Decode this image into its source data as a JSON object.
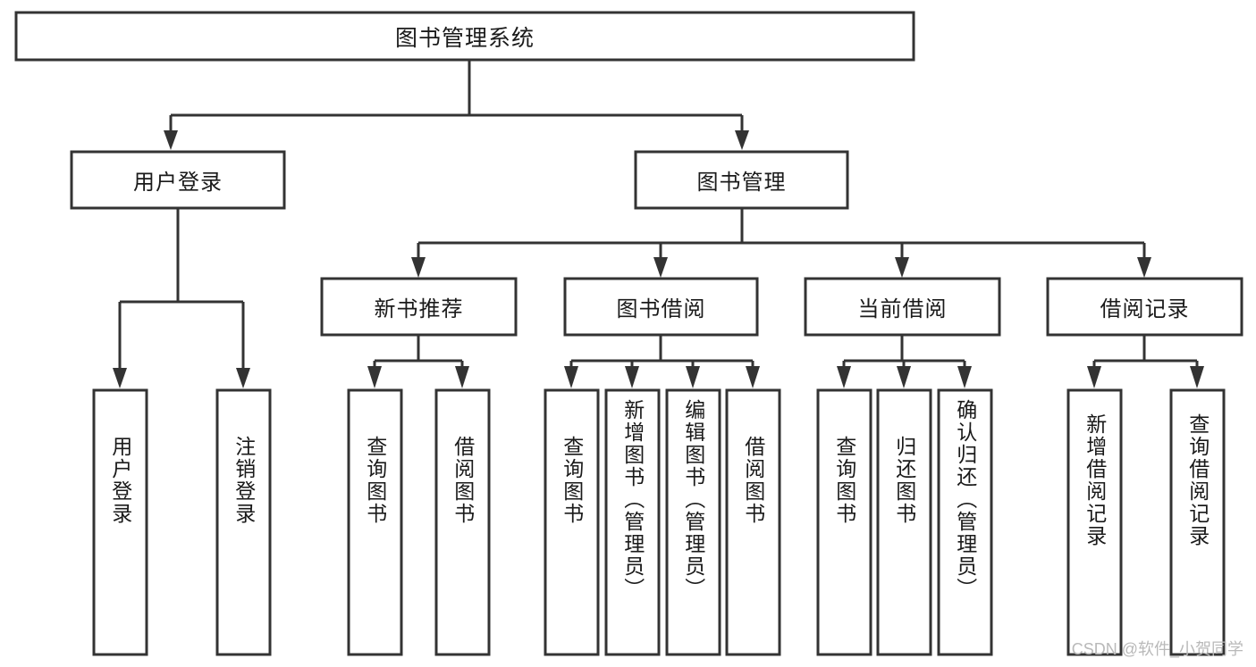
{
  "diagram": {
    "type": "hierarchy-tree",
    "title_node": {
      "id": "root",
      "label": "图书管理系统"
    },
    "level1": [
      {
        "id": "user-login",
        "label": "用户登录"
      },
      {
        "id": "book-manage",
        "label": "图书管理"
      }
    ],
    "level2": [
      {
        "id": "new-book-recommend",
        "label": "新书推荐",
        "parent": "book-manage"
      },
      {
        "id": "book-borrow",
        "label": "图书借阅",
        "parent": "book-manage"
      },
      {
        "id": "current-borrow",
        "label": "当前借阅",
        "parent": "book-manage"
      },
      {
        "id": "borrow-record",
        "label": "借阅记录",
        "parent": "book-manage"
      }
    ],
    "leaves": {
      "user-login": [
        {
          "id": "leaf-user-login",
          "label": "用户登录"
        },
        {
          "id": "leaf-logout-login",
          "label": "注销登录"
        }
      ],
      "new-book-recommend": [
        {
          "id": "leaf-query-book-1",
          "label": "查询图书"
        },
        {
          "id": "leaf-borrow-book-1",
          "label": "借阅图书"
        }
      ],
      "book-borrow": [
        {
          "id": "leaf-query-book-2",
          "label": "查询图书"
        },
        {
          "id": "leaf-add-book",
          "label": "新增图书（管理员）"
        },
        {
          "id": "leaf-edit-book",
          "label": "编辑图书（管理员）"
        },
        {
          "id": "leaf-borrow-book-2",
          "label": "借阅图书"
        }
      ],
      "current-borrow": [
        {
          "id": "leaf-query-book-3",
          "label": "查询图书"
        },
        {
          "id": "leaf-return-book",
          "label": "归还图书"
        },
        {
          "id": "leaf-confirm-return",
          "label": "确认归还（管理员）"
        }
      ],
      "borrow-record": [
        {
          "id": "leaf-add-record",
          "label": "新增借阅记录"
        },
        {
          "id": "leaf-query-record",
          "label": "查询借阅记录"
        }
      ]
    },
    "colors": {
      "stroke": "#333333",
      "fill": "#ffffff",
      "text": "#1a1a1a",
      "watermark": "#b9b9b9",
      "background": "#ffffff"
    }
  },
  "watermark": {
    "label": "CSDN @软件_小贺同学"
  }
}
